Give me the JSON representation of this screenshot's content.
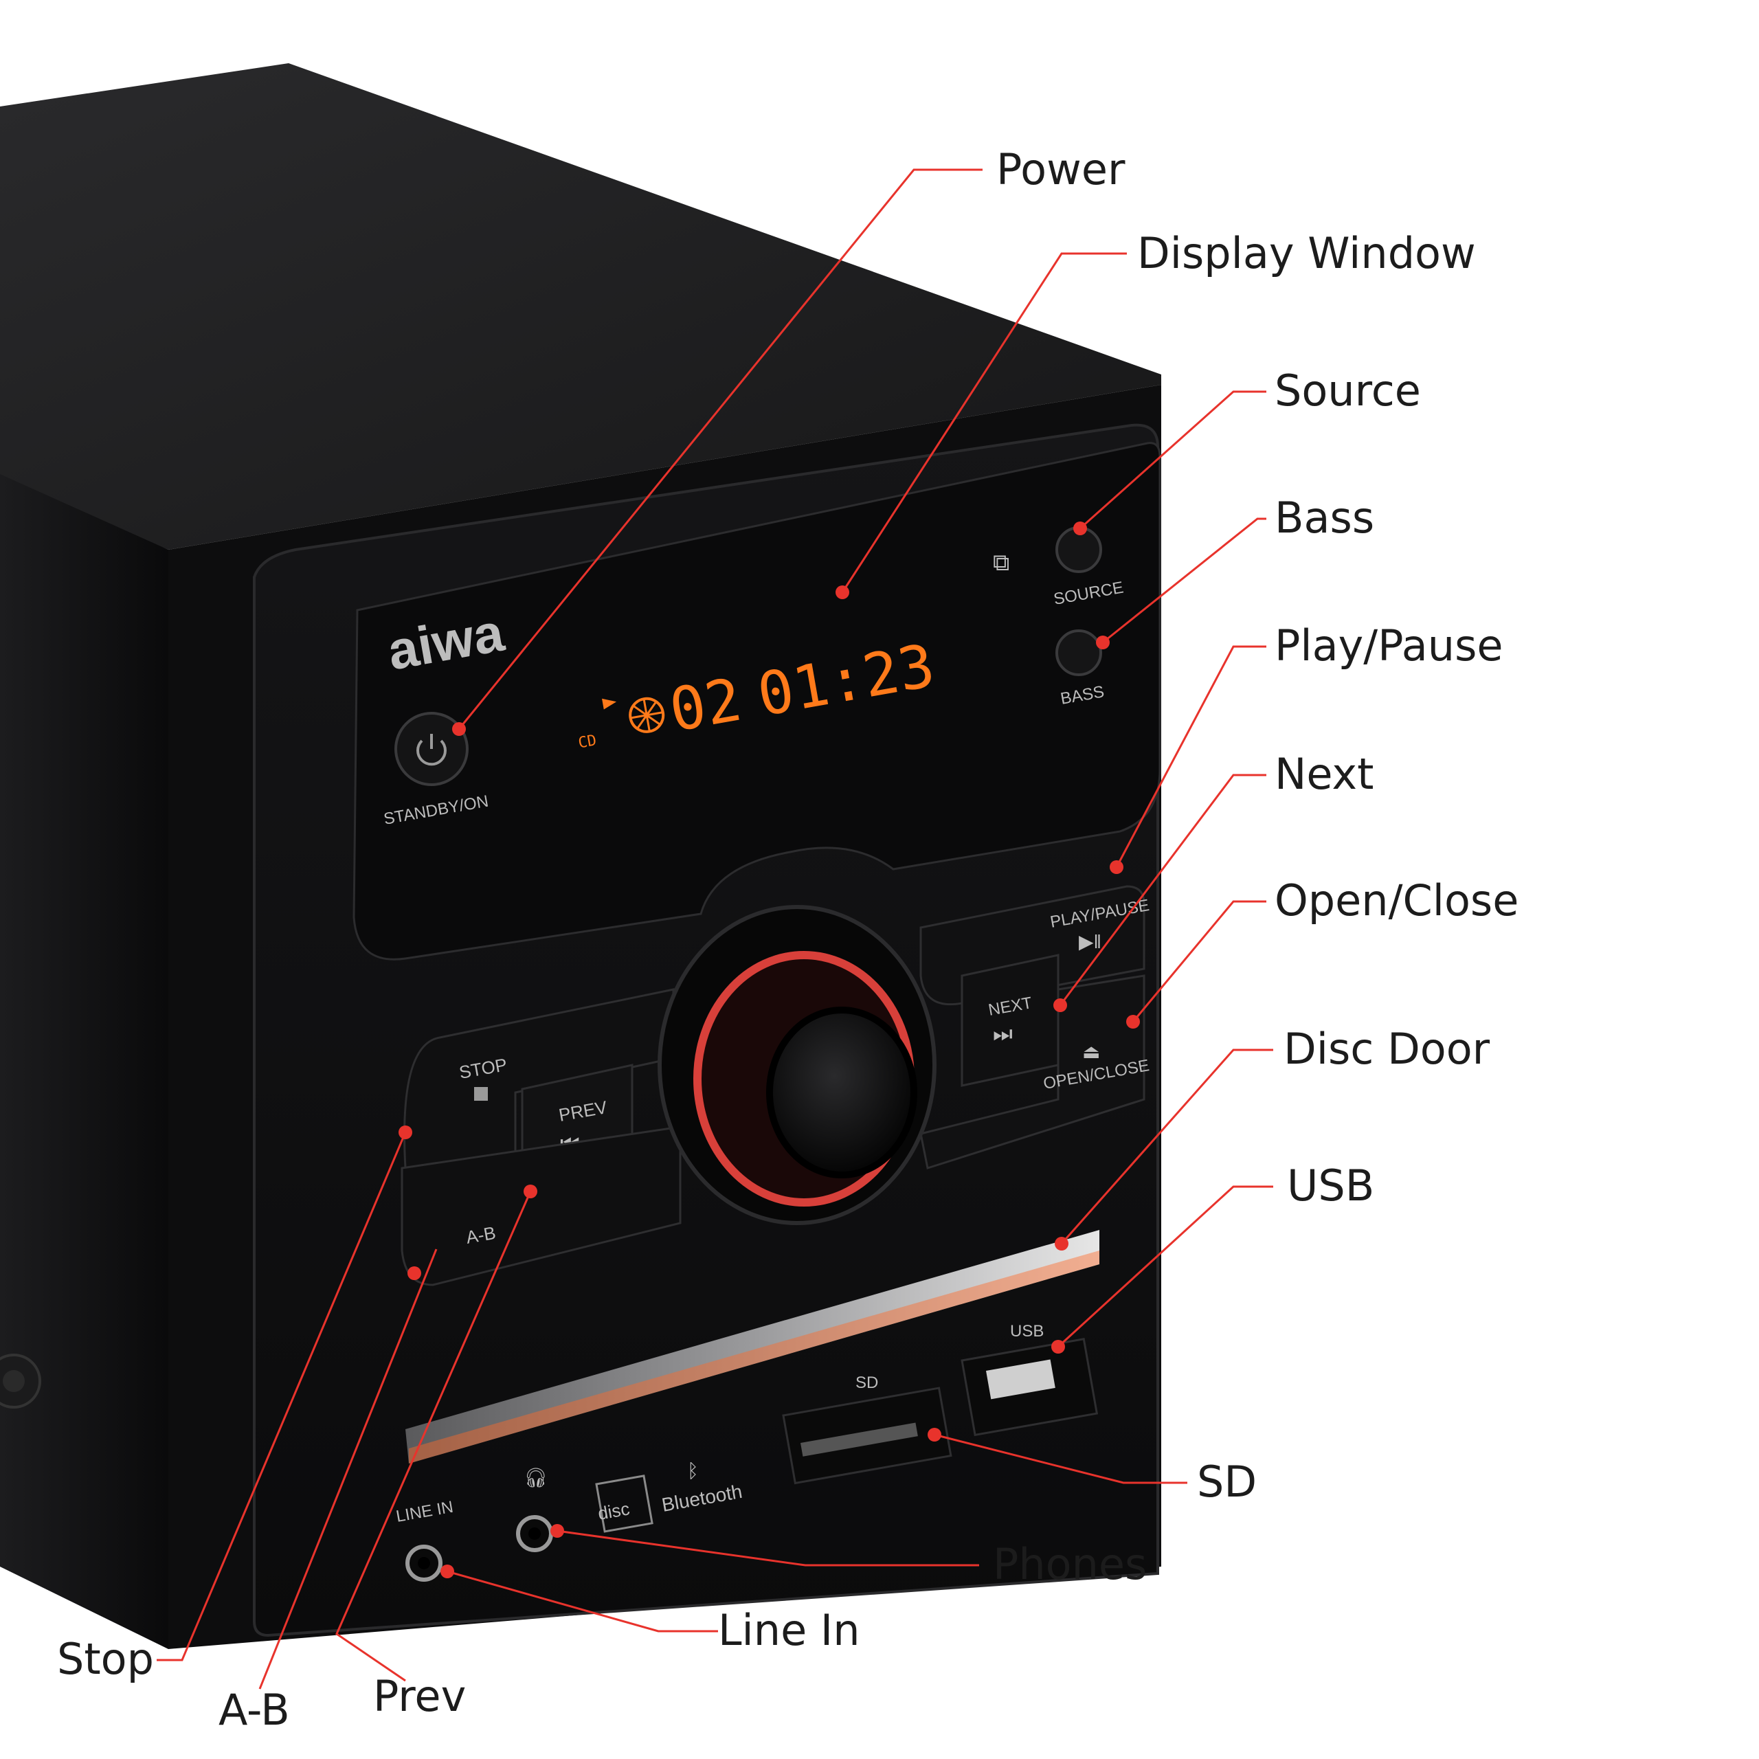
{
  "device": {
    "brand": "aiwa",
    "display": {
      "source": "CD",
      "track": "02",
      "time": "01:23"
    },
    "ir_symbol": "⧉",
    "buttons": {
      "standby": "STANDBY/ON",
      "source": "SOURCE",
      "bass": "BASS",
      "play_pause": "PLAY/PAUSE",
      "next": "NEXT",
      "open_close": "OPEN/CLOSE",
      "stop": "STOP",
      "prev": "PREV",
      "ab": "A-B"
    },
    "ports": {
      "usb": "USB",
      "sd": "SD",
      "line_in": "LINE IN"
    },
    "logos": {
      "cd": "disc",
      "bluetooth": "Bluetooth"
    }
  },
  "callouts": {
    "power": "Power",
    "display_window": "Display Window",
    "source": "Source",
    "bass": "Bass",
    "play_pause": "Play/Pause",
    "next": "Next",
    "open_close": "Open/Close",
    "disc_door": "Disc Door",
    "usb": "USB",
    "sd": "SD",
    "phones": "Phones",
    "line_in": "Line In",
    "stop": "Stop",
    "ab": "A-B",
    "prev": "Prev"
  },
  "colors": {
    "leader": "#e8332c",
    "lcd": "#ff7a1a",
    "body": "#0e0e10",
    "ring": "#d8403a"
  }
}
